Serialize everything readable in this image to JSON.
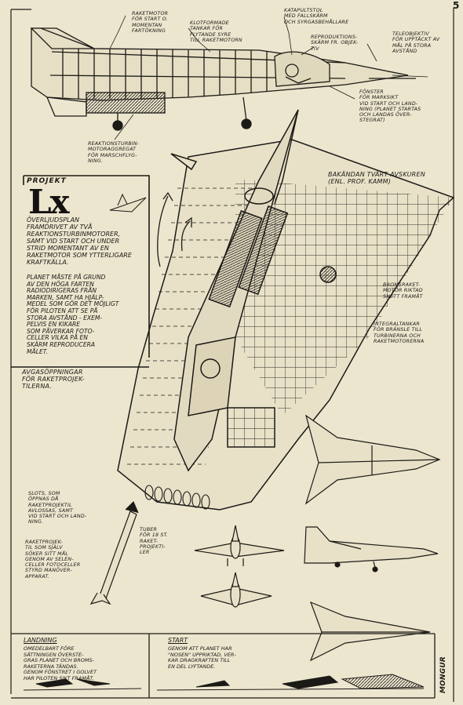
{
  "header": {
    "project_label": "PROJEKT",
    "title": "Lx",
    "page_mark": "5"
  },
  "intro_text": "ÖVERLJUDSPLAN\nFRAMDRIVET AV TVÅ\nREAKTIONSTURBINMOTORER,\nSAMT VID START OCH UNDER\nSTRID MOMENTANT AV EN\nRAKETMOTOR SOM YTTERLIGARE\nKRAFTKÄLLA.",
  "intro_text_2": "PLANET MÅSTE PÅ GRUND\nAV DEN HÖGA FARTEN\nRADIODIRIGERAS FRÅN\nMARKEN, SAMT HA HJÄLP-\nMEDEL SOM GÖR DET MÖJLIGT\nFÖR PILOTEN ATT SE PÅ\nSTORA AVSTÅND - EXEM-\nPELVIS EN KIKARE\nSOM PÅVERKAR FOTO-\nCELLER VILKA PÅ EN\nSKÄRM REPRODUCERA\nMÅLET.",
  "labels": {
    "raketmotor": "RAKETMOTOR\nFÖR START O.\nMOMENTAN\nFARTÖKNING",
    "klotformade": "KLOTFORMADE\nTANKAR FÖR\nFLYTANDE SYRE\nTILL RAKETMOTORN",
    "katapultstol": "KATAPULTSTOL\nMED FALLSKÄRM\nOCH SYRGASBEHÅLLARE",
    "reproduktion": "REPRODUKTIONS-\nSKÄRM FR. OBJEK-\nTIV",
    "teleobjektiv": "TELEOBJEKTIV\nFÖR UPPTÄCKT AV\nMÅL PÅ STORA\nAVSTÅND",
    "fonster": "FÖNSTER\nFÖR MARKSIKT\nVID START OCH LAND-\nNING (PLANET STARTAS\nOCH LANDAS ÖVER-\nSTEGRAT)",
    "reaktionsturbin": "REAKTIONSTURBIN-\nMOTORAGGREGAT\nFÖR MARSCHFLYG-\nNING.",
    "bakandan": "BAKÄNDAN TVÄRT AVSKUREN\n(enl. Prof. Kamm)",
    "bromsraket": "BROMSRAKET-\nMOTOR RIKTAD\nSNETT FRAMÅT",
    "integraltankar": "INTEGRALTANKAR\nFÖR BRÄNSLE TILL\nTURBINERNA OCH\nRAKETMOTORERNA",
    "avgas": "AVGASÖPPNINGAR\nFÖR RAKETPROJEK-\nTILERNA.",
    "slots": "SLOTS, SOM\nÖPPNAS DÅ\nRAKETPROJEKTIL\nAVLOSSAS, SAMT\nVID START OCH LAND-\nNING.",
    "raketprojektil": "RAKETPROJEK-\nTIL SOM SJÄLV\nSÖKER SITT MÅL\nGENOM AV SELEN-\nCELLER FOTOCELLER\nSTYRD MANÖVER-\nAPPARAT.",
    "tuber": "TUBER\nFÖR 18 st.\nRAKET-\nPROJEKTI-\nLER"
  },
  "landning": {
    "title": "LANDNING",
    "text": "OMEDELBART FÖRE\nSÄTTNINGEN ÖVERSTE-\nGRAS PLANET OCH BROMS-\nRAKETERNA TÄNDAS.\nGENOM FÖNSTRET I GOLVET\nHAR PILOTEN SIKT FRAMÅT."
  },
  "start": {
    "title": "START",
    "text": "GENOM ATT PLANET HAR\n\"NOSEN\" UPPRIKTAD, VER-\nKAR DRAGKRAFTEN TILL\nEN DEL LYFTANDE."
  },
  "signature": "MONGUR",
  "colors": {
    "paper": "#ece6cf",
    "ink": "#1c1a16"
  }
}
